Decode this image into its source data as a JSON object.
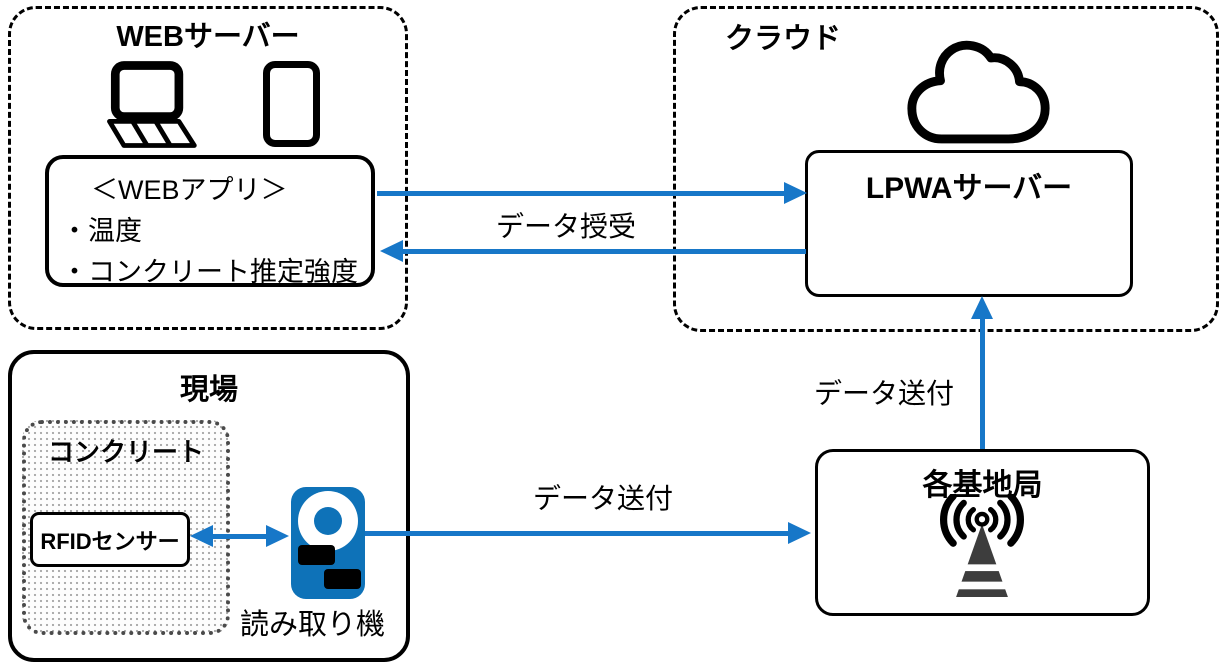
{
  "colors": {
    "arrow_blue": "#1777C8",
    "reader_blue": "#0E72B8",
    "tower_gray": "#3D3D3D"
  },
  "web_server": {
    "title": "WEBサーバー",
    "app": {
      "heading": "＜WEBアプリ＞",
      "items": [
        "・温度",
        "・コンクリート推定強度"
      ]
    }
  },
  "cloud": {
    "title": "クラウド",
    "lpwa_title": "LPWAサーバー"
  },
  "site": {
    "title": "現場",
    "concrete_title": "コンクリート",
    "rfid_label": "RFIDセンサー",
    "reader_label": "読み取り機"
  },
  "base_station": {
    "title": "各基地局"
  },
  "arrows": {
    "web_lpwa_label": "データ授受",
    "reader_base_label": "データ送付",
    "base_lpwa_label": "データ送付"
  }
}
